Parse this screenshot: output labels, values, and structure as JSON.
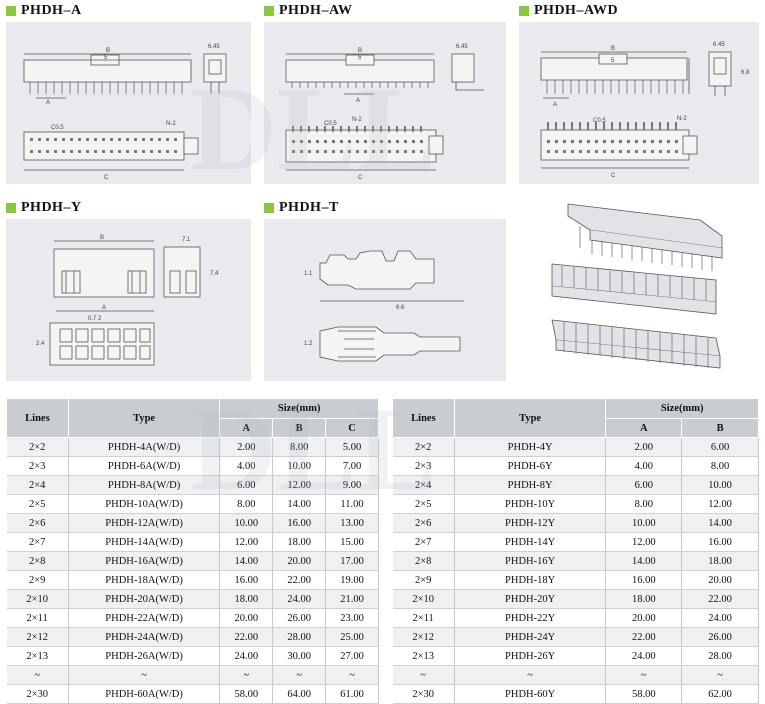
{
  "sections": {
    "a": "PHDH–A",
    "aw": "PHDH–AW",
    "awd": "PHDH–AWD",
    "y": "PHDH–Y",
    "t": "PHDH–T"
  },
  "dims": {
    "a_top": "B",
    "a_mid": "5",
    "a_bottom": "A",
    "a_side": "6.45",
    "a_pitch": "C0.5",
    "a_n": "N-2",
    "a_c": "C",
    "aw_top": "B",
    "aw_mid": "5",
    "aw_bottom": "A",
    "aw_side": "6.45",
    "aw_pitch": "C0.5",
    "aw_n": "N-2",
    "aw_c": "C",
    "awd_top": "B",
    "awd_mid": "5",
    "awd_bottom": "A",
    "awd_side": "6.45",
    "awd_side2": "6.8",
    "awd_pitch": "C0.5",
    "awd_n": "N-2",
    "awd_c": "C",
    "y_top": "B",
    "y_side": "7.1",
    "y_height": "7.4",
    "y_a": "A",
    "y_pitch": "0.7 2",
    "y_left": "2.4",
    "t_h1": "1.1",
    "t_len": "6.6",
    "t_h2": "1.2"
  },
  "table_left": {
    "headers": {
      "lines": "Lines",
      "type": "Type",
      "size": "Size(mm)",
      "a": "A",
      "b": "B",
      "c": "C"
    },
    "rows": [
      [
        "2×2",
        "PHDH-4A(W/D)",
        "2.00",
        "8.00",
        "5.00"
      ],
      [
        "2×3",
        "PHDH-6A(W/D)",
        "4.00",
        "10.00",
        "7.00"
      ],
      [
        "2×4",
        "PHDH-8A(W/D)",
        "6.00",
        "12.00",
        "9.00"
      ],
      [
        "2×5",
        "PHDH-10A(W/D)",
        "8.00",
        "14.00",
        "11.00"
      ],
      [
        "2×6",
        "PHDH-12A(W/D)",
        "10.00",
        "16.00",
        "13.00"
      ],
      [
        "2×7",
        "PHDH-14A(W/D)",
        "12.00",
        "18.00",
        "15.00"
      ],
      [
        "2×8",
        "PHDH-16A(W/D)",
        "14.00",
        "20.00",
        "17.00"
      ],
      [
        "2×9",
        "PHDH-18A(W/D)",
        "16.00",
        "22.00",
        "19.00"
      ],
      [
        "2×10",
        "PHDH-20A(W/D)",
        "18.00",
        "24.00",
        "21.00"
      ],
      [
        "2×11",
        "PHDH-22A(W/D)",
        "20.00",
        "26.00",
        "23.00"
      ],
      [
        "2×12",
        "PHDH-24A(W/D)",
        "22.00",
        "28.00",
        "25.00"
      ],
      [
        "2×13",
        "PHDH-26A(W/D)",
        "24.00",
        "30.00",
        "27.00"
      ],
      [
        "~",
        "~",
        "~",
        "~",
        "~"
      ],
      [
        "2×30",
        "PHDH-60A(W/D)",
        "58.00",
        "64.00",
        "61.00"
      ]
    ]
  },
  "table_right": {
    "headers": {
      "lines": "Lines",
      "type": "Type",
      "size": "Size(mm)",
      "a": "A",
      "b": "B"
    },
    "rows": [
      [
        "2×2",
        "PHDH-4Y",
        "2.00",
        "6.00"
      ],
      [
        "2×3",
        "PHDH-6Y",
        "4.00",
        "8.00"
      ],
      [
        "2×4",
        "PHDH-8Y",
        "6.00",
        "10.00"
      ],
      [
        "2×5",
        "PHDH-10Y",
        "8.00",
        "12.00"
      ],
      [
        "2×6",
        "PHDH-12Y",
        "10.00",
        "14.00"
      ],
      [
        "2×7",
        "PHDH-14Y",
        "12.00",
        "16.00"
      ],
      [
        "2×8",
        "PHDH-16Y",
        "14.00",
        "18.00"
      ],
      [
        "2×9",
        "PHDH-18Y",
        "16.00",
        "20.00"
      ],
      [
        "2×10",
        "PHDH-20Y",
        "18.00",
        "22.00"
      ],
      [
        "2×11",
        "PHDH-22Y",
        "20.00",
        "24.00"
      ],
      [
        "2×12",
        "PHDH-24Y",
        "22.00",
        "26.00"
      ],
      [
        "2×13",
        "PHDH-26Y",
        "24.00",
        "28.00"
      ],
      [
        "~",
        "~",
        "~",
        "~"
      ],
      [
        "2×30",
        "PHDH-60Y",
        "58.00",
        "62.00"
      ]
    ]
  },
  "watermark": "DLL",
  "colors": {
    "accent": "#8cc63f",
    "panel": "#e9eaed",
    "header": "#c9cdd2"
  }
}
